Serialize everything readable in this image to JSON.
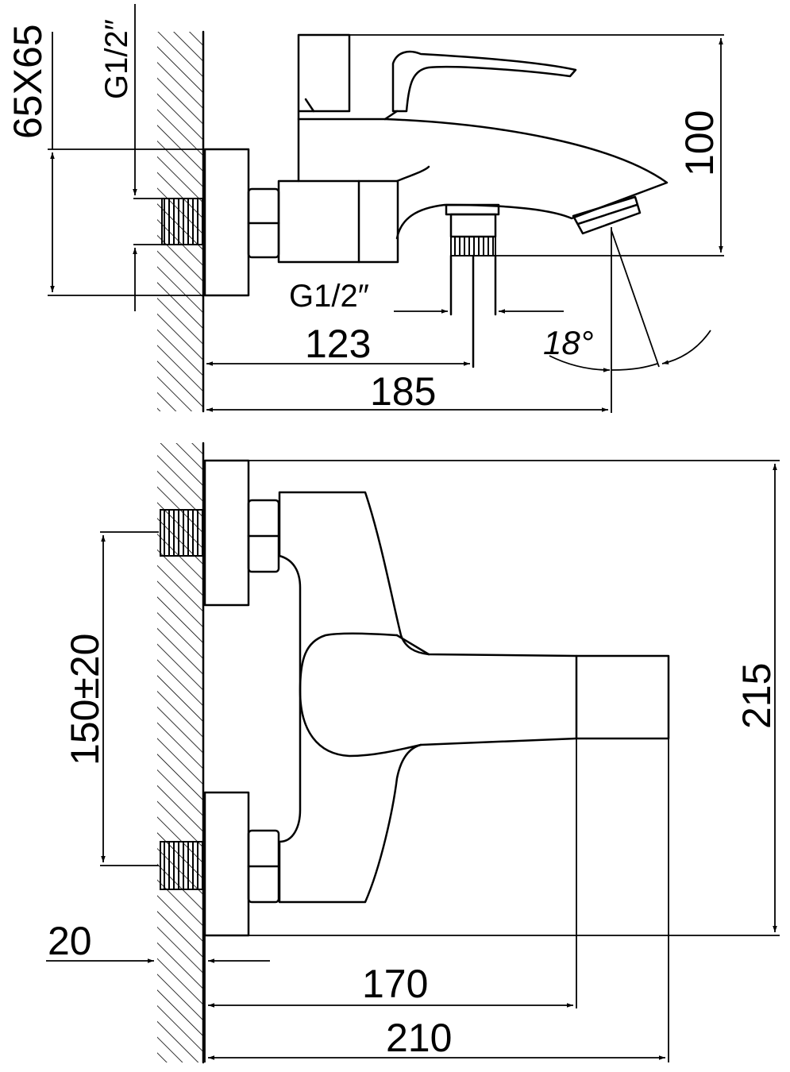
{
  "side_view": {
    "dims": {
      "mount_square": "65X65",
      "inlet_thread": "G1/2″",
      "outlet_thread": "G1/2″",
      "outlet_distance": "123",
      "spout_reach": "185",
      "height": "100",
      "spout_angle": "18°"
    }
  },
  "top_view": {
    "dims": {
      "inlet_spacing": "150±20",
      "width": "215",
      "wall_gap": "20",
      "body_depth": "170",
      "total_depth": "210"
    }
  },
  "colors": {
    "line": "#000000",
    "background": "#ffffff"
  }
}
